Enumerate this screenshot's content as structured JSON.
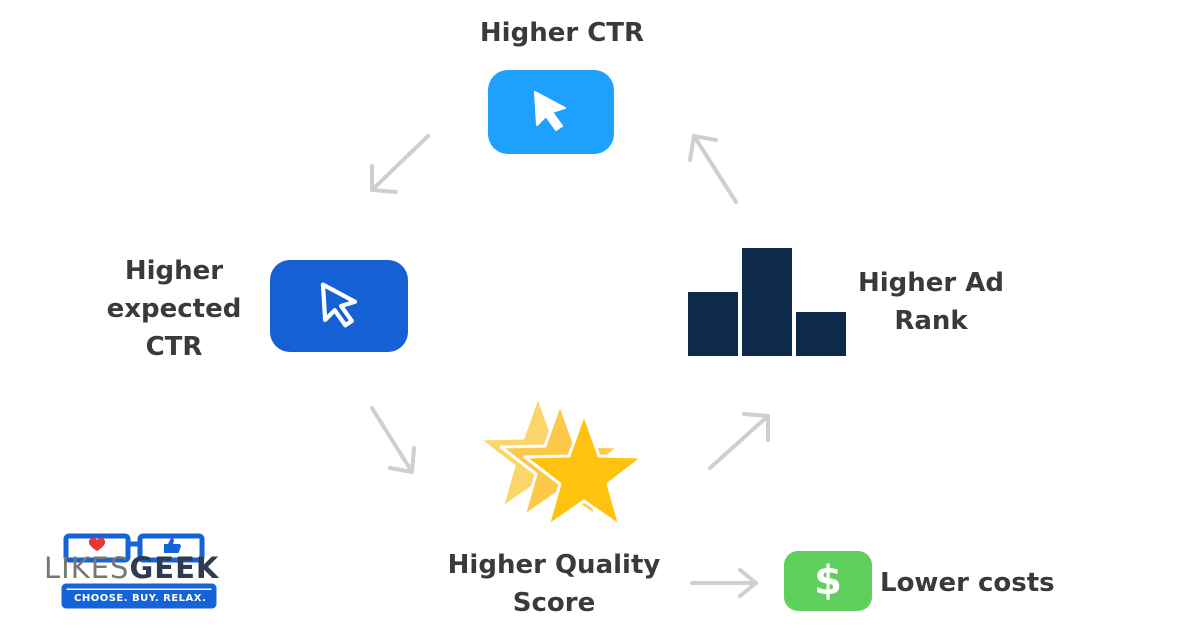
{
  "nodes": {
    "higher_ctr": {
      "label": "Higher CTR"
    },
    "higher_expected_ctr": {
      "label_lines": [
        "Higher",
        "expected",
        "CTR"
      ]
    },
    "higher_ad_rank": {
      "label_lines": [
        "Higher Ad",
        "Rank"
      ]
    },
    "higher_quality_score": {
      "label_lines": [
        "Higher Quality",
        "Score"
      ]
    },
    "lower_costs": {
      "label": "Lower costs",
      "icon_symbol": "$"
    }
  },
  "icons": {
    "higher_ctr": "cursor-icon",
    "higher_expected_ctr": "cursor-icon",
    "higher_ad_rank": "bar-chart-icon",
    "higher_quality_score": "stars-icon",
    "lower_costs": "dollar-icon"
  },
  "colors": {
    "ctr_tile": "#1ea0ff",
    "expected_ctr_tile": "#1560d4",
    "bars": "#0d2a4a",
    "star_front": "#ffc20e",
    "star_back": "#fbd46a",
    "cost_tile": "#5fd05c",
    "arrow": "#cfcfcf",
    "text": "#3a3a3a"
  },
  "logo": {
    "brand_light": "LIKES",
    "brand_dark": "GEEK",
    "tagline": "CHOOSE. BUY. RELAX."
  }
}
